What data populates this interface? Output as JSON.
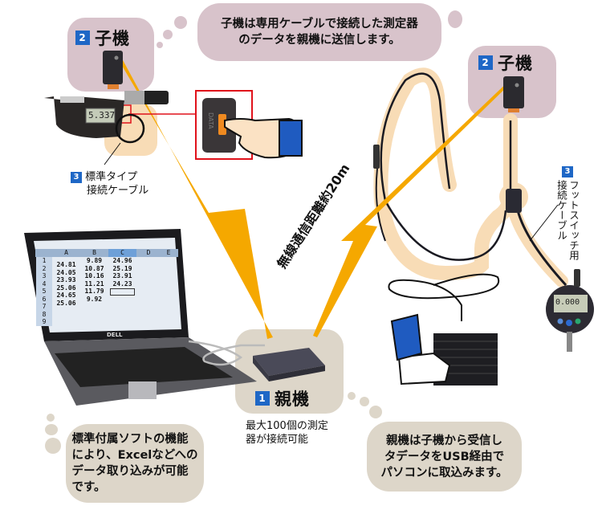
{
  "colors": {
    "badge": "#1e67c6",
    "pink_panel": "#d8c3cb",
    "beige_panel": "#ddd6c9",
    "peach_highlight": "#f8dcb6",
    "wireless_beam": "#f5a800",
    "callout_red": "#e0121b"
  },
  "child_unit_left": {
    "badge": "2",
    "label": "子機"
  },
  "child_unit_right": {
    "badge": "2",
    "label": "子機"
  },
  "parent_unit": {
    "badge": "1",
    "label": "親機",
    "note": [
      "最大100個の測定",
      "器が接続可能"
    ]
  },
  "top_bubble": {
    "lines": [
      "子機は専用ケーブルで接続した測定器",
      "のデータを親機に送信します。"
    ]
  },
  "bottom_left_bubble": {
    "lines": [
      "標準付属ソフトの機能",
      "により、Excelなどへの",
      "データ取り込みが可能",
      "です。"
    ]
  },
  "bottom_right_bubble": {
    "lines": [
      "親機は子機から受信し",
      "タデータをUSB経由で",
      "パソコンに取込みます。"
    ]
  },
  "standard_cable": {
    "badge": "3",
    "lines": [
      "標準タイプ",
      "接続ケーブル"
    ]
  },
  "footswitch_cable": {
    "badge": "3",
    "lines": [
      "フットスイッチ用",
      "接続ケーブル"
    ]
  },
  "wireless_range_label": "無線通信距離約20m",
  "micrometer": {
    "display": "5.337"
  },
  "indicator": {
    "display": "0.000"
  },
  "data_button_label": "DATA",
  "laptop": {
    "brand": "DELL",
    "spreadsheet": {
      "columns": [
        "A",
        "B",
        "C",
        "D",
        "E"
      ],
      "row_numbers": [
        "1",
        "2",
        "3",
        "4",
        "5",
        "6",
        "7",
        "8",
        "9"
      ],
      "col_a": [
        "24.81",
        "24.05",
        "23.93",
        "25.06",
        "24.65",
        "25.06"
      ],
      "col_b": [
        "9.89",
        "10.87",
        "10.16",
        "11.21",
        "11.79",
        "9.92"
      ],
      "col_c": [
        "24.96",
        "25.19",
        "23.91",
        "24.23"
      ]
    }
  }
}
